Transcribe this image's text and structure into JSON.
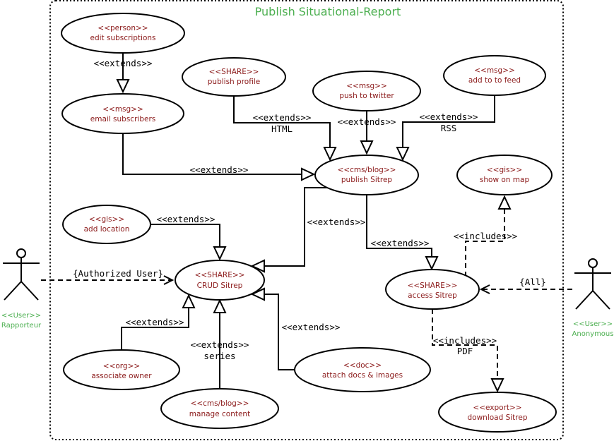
{
  "diagram": {
    "title": "Publish Situational-Report",
    "actors": {
      "rapporteur": {
        "stereotype": "<<User>>",
        "name": "Rapporteur"
      },
      "anonymous": {
        "stereotype": "<<User>>",
        "name": "Anonymous"
      }
    },
    "use_cases": {
      "edit_subscriptions": {
        "stereotype": "<<person>>",
        "name": "edit subscriptions"
      },
      "email_subscribers": {
        "stereotype": "<<msg>>",
        "name": "email subscribers"
      },
      "publish_profile": {
        "stereotype": "<<SHARE>>",
        "name": "publish profile"
      },
      "push_to_twitter": {
        "stereotype": "<<msg>>",
        "name": "push to twitter"
      },
      "add_to_feed": {
        "stereotype": "<<msg>>",
        "name": "add to to feed"
      },
      "publish_sitrep": {
        "stereotype": "<<cms/blog>>",
        "name": "publish Sitrep"
      },
      "show_on_map": {
        "stereotype": "<<gis>>",
        "name": "show on map"
      },
      "add_location": {
        "stereotype": "<<gis>>",
        "name": "add location"
      },
      "crud_sitrep": {
        "stereotype": "<<SHARE>>",
        "name": "CRUD Sitrep"
      },
      "access_sitrep": {
        "stereotype": "<<SHARE>>",
        "name": "access Sitrep"
      },
      "associate_owner": {
        "stereotype": "<<org>>",
        "name": "associate owner"
      },
      "manage_content": {
        "stereotype": "<<cms/blog>>",
        "name": "manage content"
      },
      "attach_docs": {
        "stereotype": "<<doc>>",
        "name": "attach docs & images"
      },
      "download_sitrep": {
        "stereotype": "<<export>>",
        "name": "download Sitrep"
      }
    },
    "edge_labels": {
      "edit_to_email": "<<extends>>",
      "profile_to_publish": "<<extends>>",
      "profile_to_publish_sub": "HTML",
      "twitter_to_publish": "<<extends>>",
      "feed_to_publish": "<<extends>>",
      "feed_to_publish_sub": "RSS",
      "email_to_publish": "<<extends>>",
      "location_to_crud": "<<extends>>",
      "publish_to_crud": "<<extends>>",
      "publish_to_access": "<<extends>>",
      "access_to_map": "<<includes>>",
      "rapporteur_to_crud": "{Authorized User}",
      "anonymous_to_access": "{All}",
      "owner_to_crud": "<<extends>>",
      "manage_to_crud": "<<extends>>",
      "manage_to_crud_sub": "series",
      "attach_to_crud": "<<extends>>",
      "access_to_download": "<<includes>>",
      "access_to_download_sub": "PDF"
    }
  }
}
